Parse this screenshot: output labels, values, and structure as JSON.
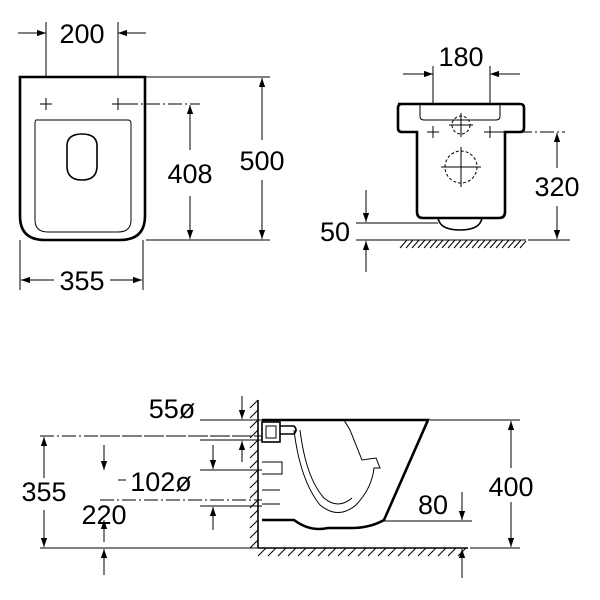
{
  "top_view": {
    "hole_spacing": "200",
    "width": "355",
    "hole_depth": "408",
    "length": "500"
  },
  "front_view": {
    "hole_spacing": "180",
    "outlet_height": "320",
    "floor_clearance": "50"
  },
  "side_view": {
    "inlet_diameter": "55ø",
    "outlet_diameter": "102ø",
    "outlet_height": "355",
    "inlet_height": "220",
    "bowl_height": "80",
    "total_height": "400"
  }
}
